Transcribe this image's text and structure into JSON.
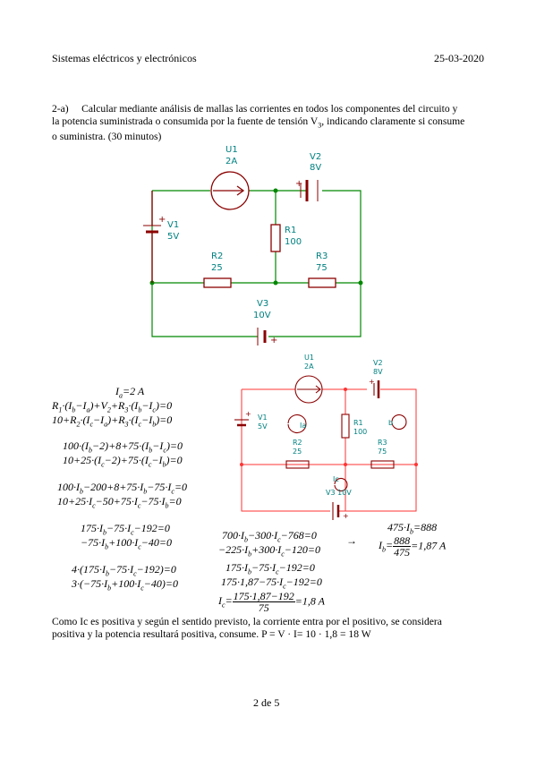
{
  "header": {
    "left": "Sistemas eléctricos y electrónicos",
    "right": "25-03-2020"
  },
  "problem": {
    "line1": "2-a)     Calcular mediante análisis de mallas las corrientes en todos los componentes del circuito y",
    "line2a": "la potencia suministrada o consumida por la fuente de tensión V",
    "line2sub": "3",
    "line2b": ", indicando claramente si consume",
    "line3": "o suministra.  (30 minutos)"
  },
  "circuit1": {
    "U1": "U1",
    "U1v": "2A",
    "V2": "V2",
    "V2v": "8V",
    "V1": "V1",
    "V1v": "5V",
    "R1": "R1",
    "R1v": "100",
    "R2": "R2",
    "R2v": "25",
    "R3": "R3",
    "R3v": "75",
    "V3": "V3",
    "V3v": "10V",
    "plus": "+"
  },
  "circuit2": {
    "U1": "U1",
    "U1v": "2A",
    "V2": "V2",
    "V2v": "8V",
    "V1": "V1",
    "V1v": "5V",
    "R1": "R1",
    "R1v": "100",
    "R2": "R2",
    "R2v": "25",
    "R3": "R3",
    "R3v": "75",
    "V3": "V3 10V",
    "Ia": "Ia",
    "Ib": "b",
    "Ic": "Ic",
    "plus": "+"
  },
  "equations": {
    "e1": "I<sub>a</sub>=2 A",
    "e2": "R<sub>1</sub>·(I<sub>b</sub>−I<sub>a</sub>)+V<sub>2</sub>+R<sub>3</sub>·(I<sub>b</sub>−I<sub>c</sub>)=0",
    "e3": "10+R<sub>2</sub>·(I<sub>c</sub>−I<sub>a</sub>)+R<sub>3</sub>·(I<sub>c</sub>−I<sub>b</sub>)=0",
    "e4": "100·(I<sub>b</sub>−2)+8+75·(I<sub>b</sub>−I<sub>c</sub>)=0",
    "e5": "10+25·(I<sub>c</sub>−2)+75·(I<sub>c</sub>−I<sub>b</sub>)=0",
    "e6": "100·I<sub>b</sub>−200+8+75·I<sub>b</sub>−75·I<sub>c</sub>=0",
    "e7": "10+25·I<sub>c</sub>−50+75·I<sub>c</sub>−75·I<sub>b</sub>=0",
    "e8": "175·I<sub>b</sub>−75·I<sub>c</sub>−192=0",
    "e9": "−75·I<sub>b</sub>+100·I<sub>c</sub>−40=0",
    "e10": "4·(175·I<sub>b</sub>−75·I<sub>c</sub>−192)=0",
    "e11": "3·(−75·I<sub>b</sub>+100·I<sub>c</sub>−40)=0",
    "e12": "700·I<sub>b</sub>−300·I<sub>c</sub>−768=0",
    "e13": "−225·I<sub>b</sub>+300·I<sub>c</sub>−120=0",
    "e14": "175·I<sub>b</sub>−75·I<sub>c</sub>−192=0",
    "e15": "175·1,87−75·I<sub>c</sub>−192=0",
    "e16_lhs": "I<sub>c</sub>=",
    "e16_num": "175·1,87−192",
    "e16_den": "75",
    "e16_rhs": "=1,8 A",
    "arrow": "→",
    "e17": "475·I<sub>b</sub>=888",
    "e18_lhs": "I<sub>b</sub>=",
    "e18_num": "888",
    "e18_den": "475",
    "e18_rhs": "=1,87 A"
  },
  "conclusion": {
    "line1": "Como Ic es positiva y según el sentido previsto, la corriente entra por el positivo, se considera",
    "line2": "positiva y la potencia resultará positiva, consume. P = V · I= 10 · 1,8 = 18 W"
  },
  "footer": {
    "page": "2 de 5"
  }
}
